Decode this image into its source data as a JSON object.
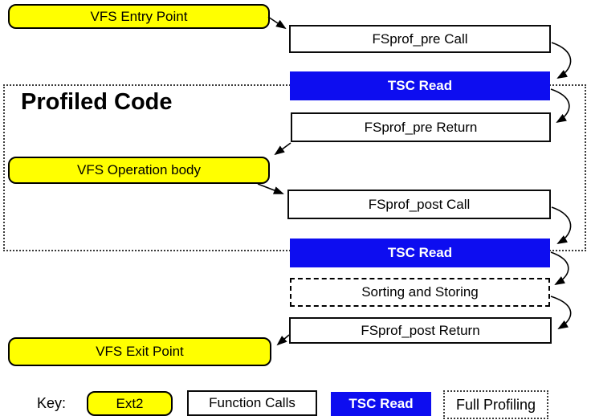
{
  "diagram": {
    "region_label": "Profiled Code",
    "nodes": {
      "vfs_entry": "VFS Entry Point",
      "fsprof_pre_call": "FSprof_pre Call",
      "tsc_read_1": "TSC Read",
      "fsprof_pre_return": "FSprof_pre Return",
      "vfs_operation_body": "VFS Operation body",
      "fsprof_post_call": "FSprof_post Call",
      "tsc_read_2": "TSC Read",
      "sorting_storing": "Sorting and Storing",
      "fsprof_post_return": "FSprof_post Return",
      "vfs_exit": "VFS Exit Point"
    },
    "key": {
      "label": "Key:",
      "items": [
        {
          "label": "Ext2",
          "style": "ext2"
        },
        {
          "label": "Function Calls",
          "style": "function-calls"
        },
        {
          "label": "TSC Read",
          "style": "tsc-read"
        },
        {
          "label": "Full Profiling",
          "style": "full-profiling"
        }
      ]
    },
    "colors": {
      "ext2_fill": "#ffff00",
      "tsc_fill": "#0d0df0",
      "box_border": "#000000",
      "background": "#ffffff"
    }
  }
}
